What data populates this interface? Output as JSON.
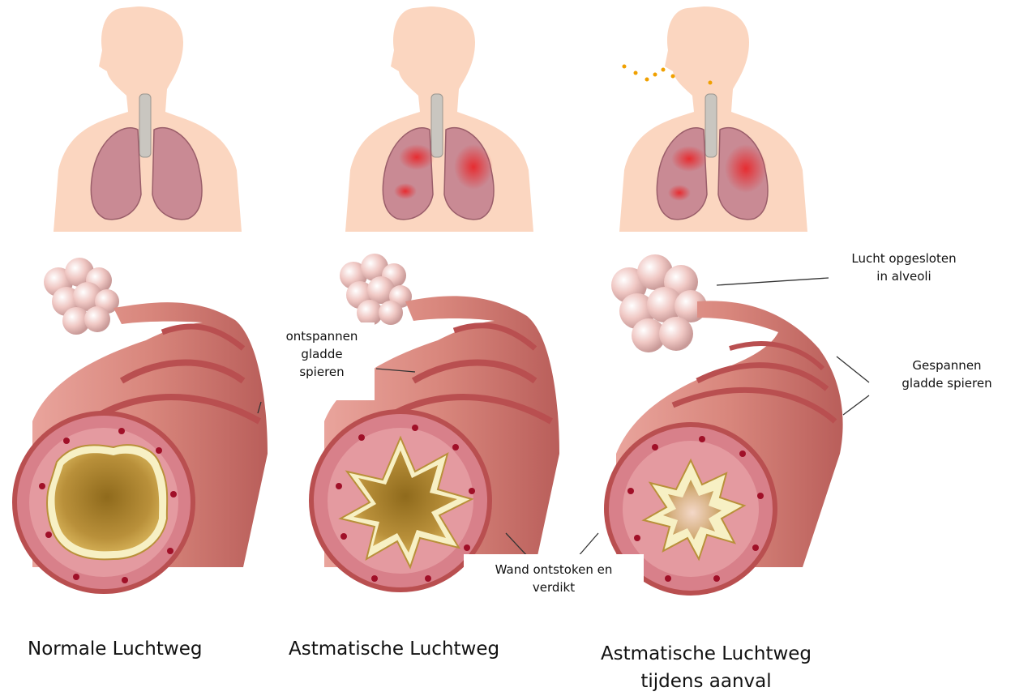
{
  "captions": {
    "normal": "Normale Luchtweg",
    "asthmatic": "Astmatische Luchtweg",
    "attack_line1": "Astmatische Luchtweg",
    "attack_line2": "tijdens aanval"
  },
  "labels": {
    "relaxed_1": "ontspannen",
    "relaxed_2": "gladde",
    "relaxed_3": "spieren",
    "trapped_1": "Lucht opgesloten",
    "trapped_2": "in alveoli",
    "tense_1": "Gespannen",
    "tense_2": "gladde spieren",
    "wall_1": "Wand ontstoken en",
    "wall_2": "verdikt"
  },
  "colors": {
    "skin": "#fbd6c0",
    "lung": "#c98a94",
    "inflamed": "#e8282c",
    "airway": "#d58078",
    "airway_ring": "#b94f50",
    "lumen": "#b9903a",
    "lining": "#f7f0c4",
    "dots": "#a01028",
    "alveoli": "#f0c8c4",
    "particles": "#f0a000"
  }
}
